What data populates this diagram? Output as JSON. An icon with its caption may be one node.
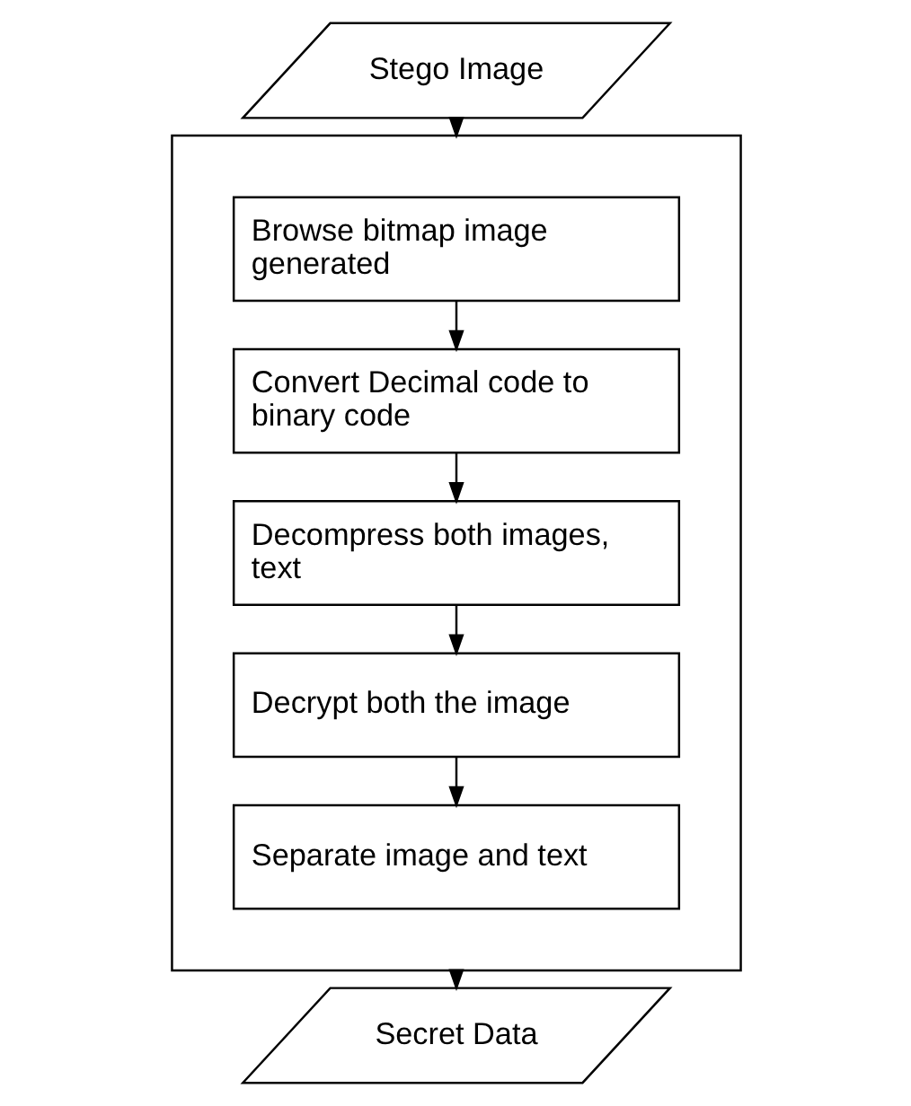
{
  "diagram": {
    "nodes": [
      {
        "text": [
          "Stego Image"
        ]
      },
      {
        "text": [],
        "shape": "box"
      },
      {
        "text": [
          "Browse bitmap image generated"
        ],
        "in": 1
      },
      {
        "text": [
          "Convert Decimal code to binary code"
        ],
        "in": 1
      },
      {
        "text": [
          "Decompress both images, text"
        ],
        "in": 1
      },
      {
        "text": [
          "Decrypt both the image"
        ],
        "in": 1
      },
      {
        "text": [
          "Separate image and text"
        ],
        "in": 1
      },
      {
        "text": [
          "Secret Data"
        ]
      }
    ],
    "edges": [
      {
        "from": 0,
        "to": 1,
        "arrow": "to"
      },
      {
        "from": 2,
        "to": 3,
        "arrow": "to"
      },
      {
        "from": 3,
        "to": 4,
        "arrow": "to"
      },
      {
        "from": 4,
        "to": 5,
        "arrow": "to"
      },
      {
        "from": 5,
        "to": 6,
        "arrow": "to"
      },
      {
        "from": 1,
        "to": 7,
        "arrow": "to"
      }
    ]
  }
}
